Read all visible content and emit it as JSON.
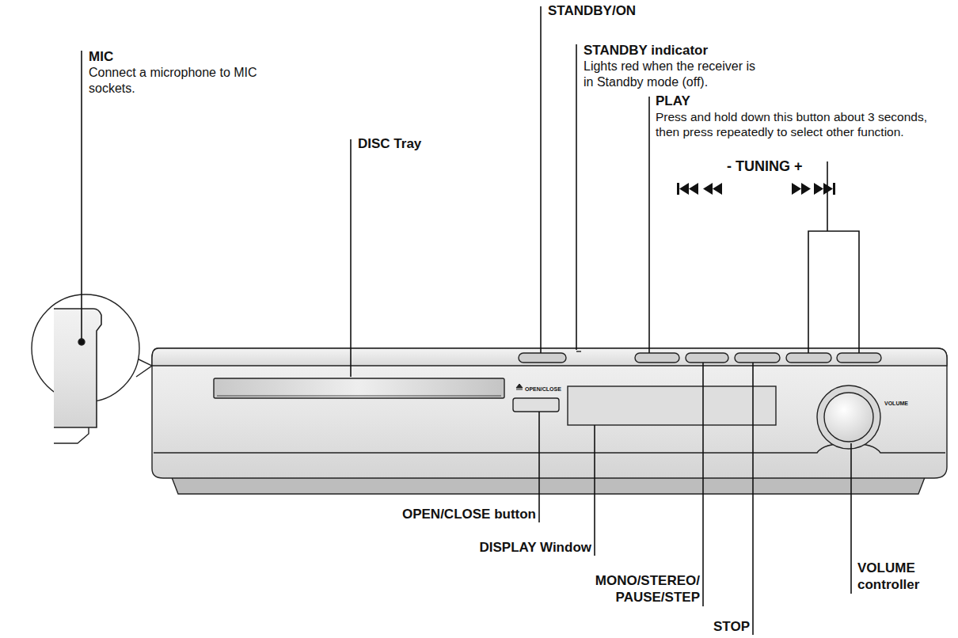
{
  "diagram": {
    "labels": [
      "MIC",
      "Connect a microphone to MIC sockets.",
      "DISC Tray",
      "STANDBY/ON",
      "STANDBY indicator",
      "Lights red when the receiver is in Standby mode (off).",
      "PLAY",
      "Press and hold down this button about 3 seconds, then press repeatedly to select other function.",
      "- TUNING +",
      "OPEN/CLOSE",
      "VOLUME",
      "OPEN/CLOSE button",
      "DISPLAY Window",
      "MONO/STEREO/ PAUSE/STEP",
      "STOP",
      "VOLUME controller"
    ]
  }
}
